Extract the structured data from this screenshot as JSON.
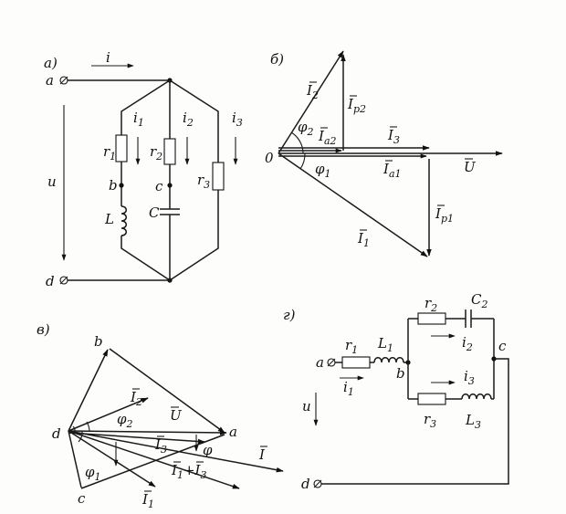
{
  "panels": {
    "a": {
      "tag": "a)",
      "nodes": {
        "a": "a",
        "d": "d",
        "b": "b",
        "c": "c"
      },
      "currents": {
        "i": "i",
        "i1": "i",
        "i1_sub": "1",
        "i2": "i",
        "i2_sub": "2",
        "i3": "i",
        "i3_sub": "3"
      },
      "voltage": "u",
      "elements": {
        "r1": "r",
        "r1_sub": "1",
        "r2": "r",
        "r2_sub": "2",
        "r3": "r",
        "r3_sub": "3",
        "L": "L",
        "C": "C"
      }
    },
    "b": {
      "tag": "б)",
      "origin": "0",
      "vectors": {
        "I2": "I",
        "I2_sub": "2",
        "Ip2": "I",
        "Ip2_sub": "p2",
        "Ia2": "I",
        "Ia2_sub": "a2",
        "I3": "I",
        "I3_sub": "3",
        "U": "U",
        "Ia1": "I",
        "Ia1_sub": "a1",
        "Ip1": "I",
        "Ip1_sub": "p1",
        "I1": "I",
        "I1_sub": "1"
      },
      "angles": {
        "phi2": "φ",
        "phi2_sub": "2",
        "phi1": "φ",
        "phi1_sub": "1"
      }
    },
    "v": {
      "tag": "в)",
      "points": {
        "b": "b",
        "d": "d",
        "a": "a",
        "c": "c"
      },
      "vectors": {
        "I2": "I",
        "I2_sub": "2",
        "U": "U",
        "I3": "I",
        "I3_sub": "3",
        "I": "I",
        "I1I3": "I",
        "I1I3_s1": "1",
        "I1I3_plus": "+",
        "I1I3_s3": "3",
        "I1": "I",
        "I1_sub": "1"
      },
      "angles": {
        "phi2": "φ",
        "phi2_sub": "2",
        "phi": "φ",
        "phi1": "φ",
        "phi1_sub": "1"
      }
    },
    "g": {
      "tag": "г)",
      "nodes": {
        "a": "a",
        "b": "b",
        "c": "c",
        "d": "d"
      },
      "elements": {
        "r1": "r",
        "r1_sub": "1",
        "L1": "L",
        "L1_sub": "1",
        "r2": "r",
        "r2_sub": "2",
        "C2": "C",
        "C2_sub": "2",
        "r3": "r",
        "r3_sub": "3",
        "L3": "L",
        "L3_sub": "3"
      },
      "currents": {
        "i1": "i",
        "i1_sub": "1",
        "i2": "i",
        "i2_sub": "2",
        "i3": "i",
        "i3_sub": "3"
      },
      "voltage": "u"
    }
  }
}
